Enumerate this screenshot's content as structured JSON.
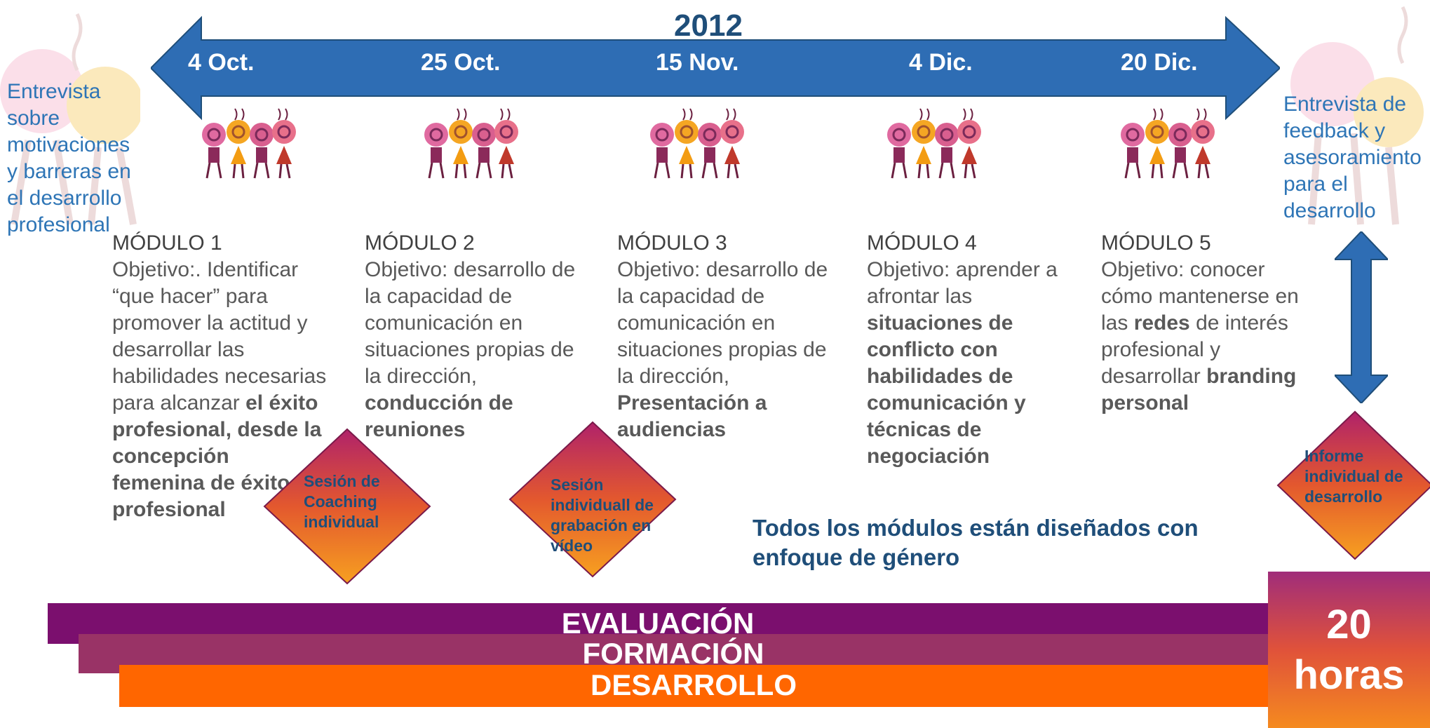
{
  "year": "2012",
  "dates": [
    "4 Oct.",
    "25 Oct.",
    "15 Nov.",
    "4 Dic.",
    "20 Dic."
  ],
  "left_note": [
    "Entrevista",
    "sobre",
    "motivaciones",
    "y barreras en",
    "el desarrollo",
    "profesional"
  ],
  "right_note": [
    "Entrevista de",
    "feedback y",
    "asesoramiento",
    "para el",
    "desarrollo"
  ],
  "modules": [
    {
      "title": "MÓDULO 1",
      "lines": [
        {
          "plain": "Objetivo:. Identificar"
        },
        {
          "plain": "“que hacer” para"
        },
        {
          "plain": "promover la actitud y"
        },
        {
          "plain": "desarrollar las"
        },
        {
          "plain": "habilidades necesarias"
        },
        {
          "plain": "para alcanzar ",
          "bold": "el éxito"
        },
        {
          "bold": "profesional, desde la"
        },
        {
          "bold": "concepción"
        },
        {
          "bold": "femenina de éxito"
        },
        {
          "bold": "profesional"
        }
      ]
    },
    {
      "title": "MÓDULO 2",
      "lines": [
        {
          "plain": "Objetivo: desarrollo de"
        },
        {
          "plain": "la capacidad de"
        },
        {
          "plain": "comunicación en"
        },
        {
          "plain": "situaciones propias de"
        },
        {
          "plain": "la dirección,"
        },
        {
          "bold": "conducción de"
        },
        {
          "bold": "reuniones"
        }
      ]
    },
    {
      "title": "MÓDULO 3",
      "lines": [
        {
          "plain": "Objetivo: desarrollo de"
        },
        {
          "plain": "la capacidad de"
        },
        {
          "plain": "comunicación en"
        },
        {
          "plain": "situaciones propias de"
        },
        {
          "plain": "la dirección,"
        },
        {
          "bold": "Presentación a"
        },
        {
          "bold": "audiencias"
        }
      ]
    },
    {
      "title": "MÓDULO 4",
      "lines": [
        {
          "plain": "Objetivo:  aprender a"
        },
        {
          "plain": "afrontar las"
        },
        {
          "bold": "situaciones de"
        },
        {
          "bold": "conflicto con"
        },
        {
          "bold": "habilidades de"
        },
        {
          "bold": "comunicación y"
        },
        {
          "bold": "técnicas de"
        },
        {
          "bold": "negociación"
        }
      ]
    },
    {
      "title": "MÓDULO 5",
      "lines": [
        {
          "plain": "Objetivo: conocer"
        },
        {
          "plain": "cómo mantenerse en"
        },
        {
          "plain": "las ",
          "bold": "redes",
          "tail": " de interés"
        },
        {
          "plain": "profesional y"
        },
        {
          "plain": "desarrollar ",
          "bold": "branding"
        },
        {
          "bold": "personal"
        }
      ]
    }
  ],
  "diamonds": [
    [
      "Sesión de",
      "Coaching",
      "individual"
    ],
    [
      "Sesión",
      "individuall de",
      "grabación en",
      "vídeo"
    ],
    [
      "Informe",
      "individual de",
      "desarrollo"
    ]
  ],
  "gender_note": [
    "Todos los módulos están diseñados con",
    "enfoque de género"
  ],
  "bars": [
    "EVALUACIÓN",
    "FORMACIÓN",
    "DESARROLLO"
  ],
  "hours": [
    "20",
    "horas"
  ],
  "colors": {
    "arrow": "#2e6db4",
    "bar_evaluacion": "#7b0f6e",
    "bar_formacion": "#993366",
    "bar_desarrollo": "#ff6600",
    "text_blue": "#1f4e79"
  }
}
